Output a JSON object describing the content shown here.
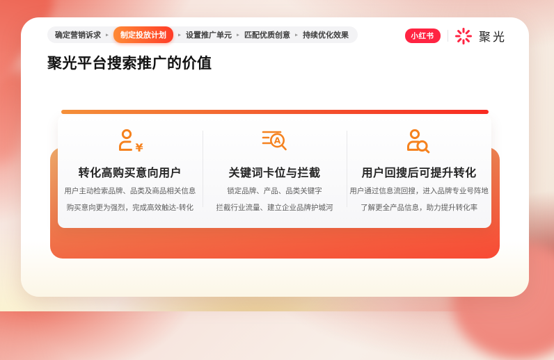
{
  "breadcrumb": {
    "separator": "▸",
    "steps": [
      {
        "label": "确定营销诉求",
        "active": false
      },
      {
        "label": "制定投放计划",
        "active": true
      },
      {
        "label": "设置推广单元",
        "active": false
      },
      {
        "label": "匹配优质创意",
        "active": false
      },
      {
        "label": "持续优化效果",
        "active": false
      }
    ]
  },
  "brand": {
    "xiaohongshu_badge": "小红书",
    "product_name": "聚光",
    "badge_color": "#ff2442"
  },
  "page_title": "聚光平台搜索推广的价值",
  "value_cards": [
    {
      "icon": "user-yen-icon",
      "title": "转化高购买意向用户",
      "line1": "用户主动检索品牌、品类及商品相关信息",
      "line2": "购买意向更为强烈，完成高效触达-转化"
    },
    {
      "icon": "list-search-icon",
      "title": "关键词卡位与拦截",
      "line1": "锁定品牌、产品、品类关键字",
      "line2": "拦截行业流量、建立企业品牌护城河"
    },
    {
      "icon": "user-search-icon",
      "title": "用户回搜后可提升转化",
      "line1": "用户通过信息流回搜，进入品牌专业号阵地",
      "line2": "了解更全产品信息，助力提升转化率"
    }
  ],
  "colors": {
    "accent_orange": "#f5821f",
    "accent_red": "#ff2442",
    "rule_gradient_start": "#f6913a",
    "rule_gradient_end": "#fa2c23"
  }
}
